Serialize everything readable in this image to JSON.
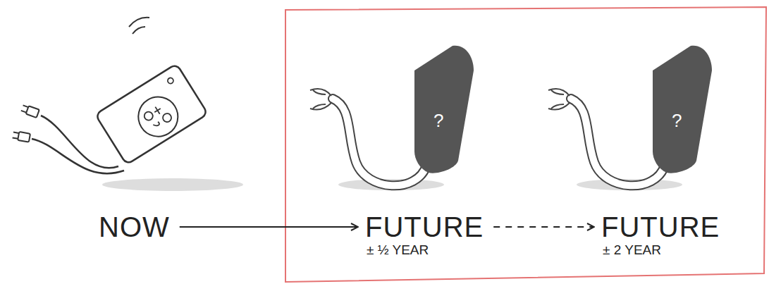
{
  "diagram": {
    "nodes": [
      {
        "text": [
          "NOW"
        ]
      },
      {
        "text": [
          "FUTURE",
          "± ½ YEAR"
        ]
      },
      {
        "text": [
          "FUTURE",
          "± 2 YEAR"
        ]
      }
    ],
    "edges": [
      {
        "from": 0,
        "to": 1,
        "arrow": "to"
      },
      {
        "from": 1,
        "to": 2,
        "arrow": "to"
      }
    ],
    "labels": [
      "?",
      "?"
    ]
  }
}
